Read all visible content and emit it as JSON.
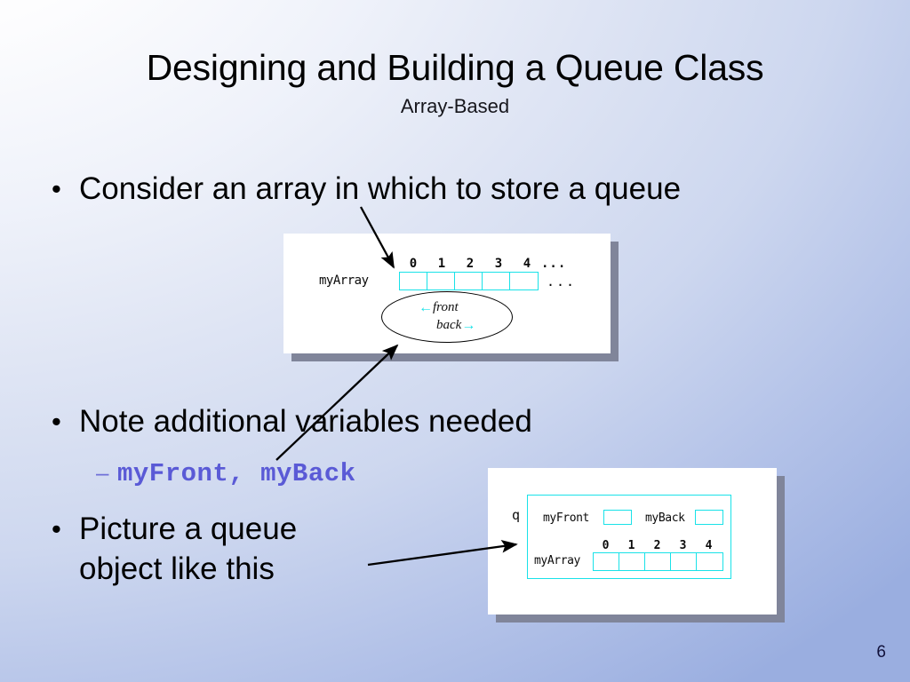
{
  "slide": {
    "title": "Designing and Building a Queue Class",
    "subtitle": "Array-Based",
    "page_number": "6"
  },
  "bullets": [
    {
      "marker": "•",
      "text": "Consider an array in which to store a queue"
    },
    {
      "marker": "•",
      "text": "Note additional variables needed"
    },
    {
      "marker": "•",
      "text": "Picture a queue\nobject like this"
    }
  ],
  "subbullets": [
    {
      "marker": "–",
      "text": "myFront, myBack"
    }
  ],
  "diagram_array": {
    "array_label": "myArray",
    "indices": [
      "0",
      "1",
      "2",
      "3",
      "4"
    ],
    "index_ellipsis": "...",
    "trailing_ellipsis": "...",
    "cells": [
      "",
      "",
      "",
      "",
      ""
    ],
    "front_label": "front",
    "front_arrow": "←",
    "back_label": "back",
    "back_arrow": "→"
  },
  "diagram_object": {
    "object_label": "q",
    "my_front_label": "myFront",
    "my_front_value": "",
    "my_back_label": "myBack",
    "my_back_value": "",
    "array_label": "myArray",
    "indices": [
      "0",
      "1",
      "2",
      "3",
      "4"
    ],
    "cells": [
      "",
      "",
      "",
      "",
      ""
    ]
  },
  "colors": {
    "cyan_outline": "#19e2e8",
    "code_blue": "#5a5ad6",
    "shadow": "#80859a",
    "background_light": "#ffffff",
    "background_dark": "#9aaee0",
    "page_number": "#11113a"
  }
}
